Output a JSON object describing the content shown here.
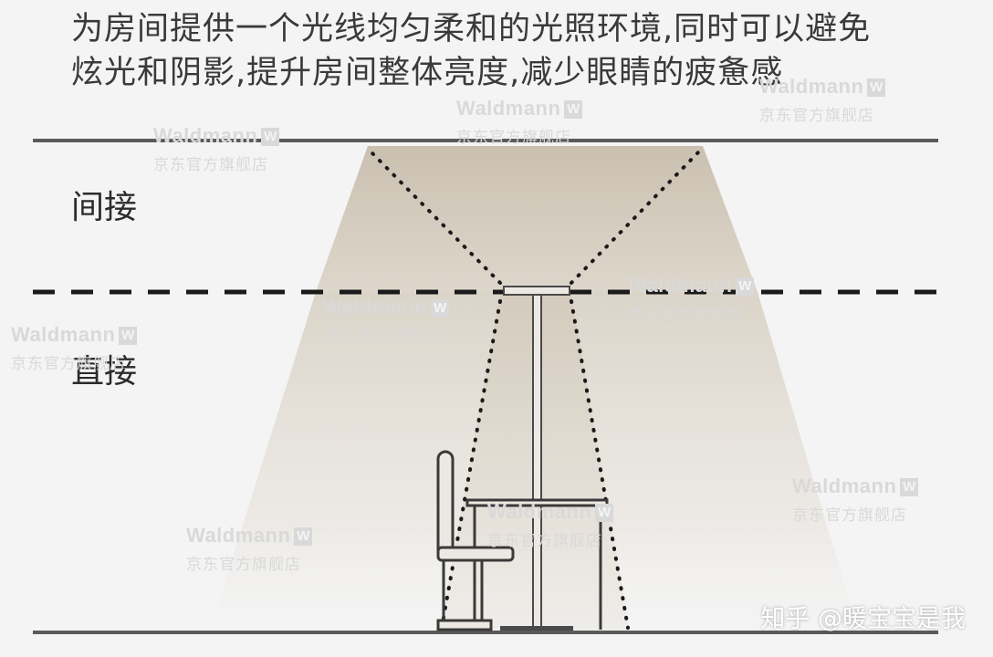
{
  "caption": {
    "line1": "为房间提供一个光线均匀柔和的光照环境,同时可以避免",
    "line2": "炫光和阴影,提升房间整体亮度,减少眼睛的疲惫感"
  },
  "labels": {
    "indirect": "间接",
    "direct": "直接"
  },
  "watermark": {
    "brand": "Waldmann",
    "mark": "W",
    "store": "京东官方旗舰店"
  },
  "credit": "知乎 @暖宝宝是我",
  "colors": {
    "background": "#f4f4f4",
    "light_fill": "#c9bfae",
    "line": "#5a5a5a",
    "dots": "#1a1a1a"
  }
}
